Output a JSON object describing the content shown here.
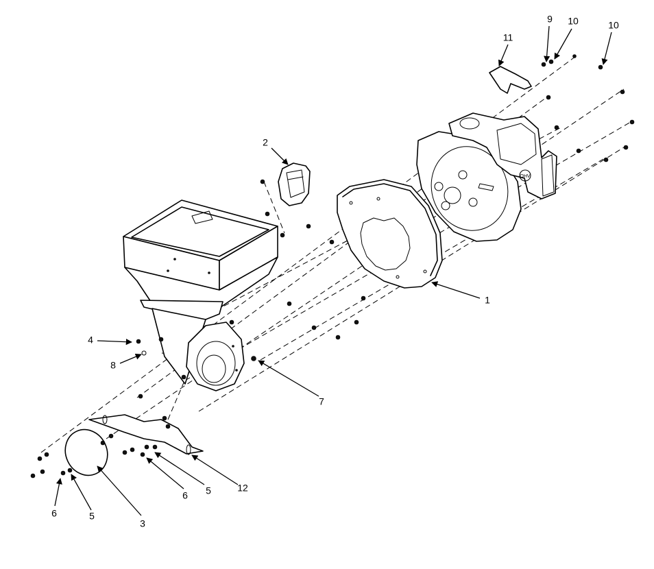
{
  "diagram": {
    "callouts": [
      {
        "id": "c1",
        "label": "1"
      },
      {
        "id": "c2",
        "label": "2"
      },
      {
        "id": "c3",
        "label": "3"
      },
      {
        "id": "c4",
        "label": "4"
      },
      {
        "id": "c5a",
        "label": "5"
      },
      {
        "id": "c5b",
        "label": "5"
      },
      {
        "id": "c6a",
        "label": "6"
      },
      {
        "id": "c6b",
        "label": "6"
      },
      {
        "id": "c7",
        "label": "7"
      },
      {
        "id": "c8",
        "label": "8"
      },
      {
        "id": "c9",
        "label": "9"
      },
      {
        "id": "c10a",
        "label": "10"
      },
      {
        "id": "c10b",
        "label": "10"
      },
      {
        "id": "c11",
        "label": "11"
      },
      {
        "id": "c12",
        "label": "12"
      }
    ],
    "engine_logo": "OHV"
  }
}
